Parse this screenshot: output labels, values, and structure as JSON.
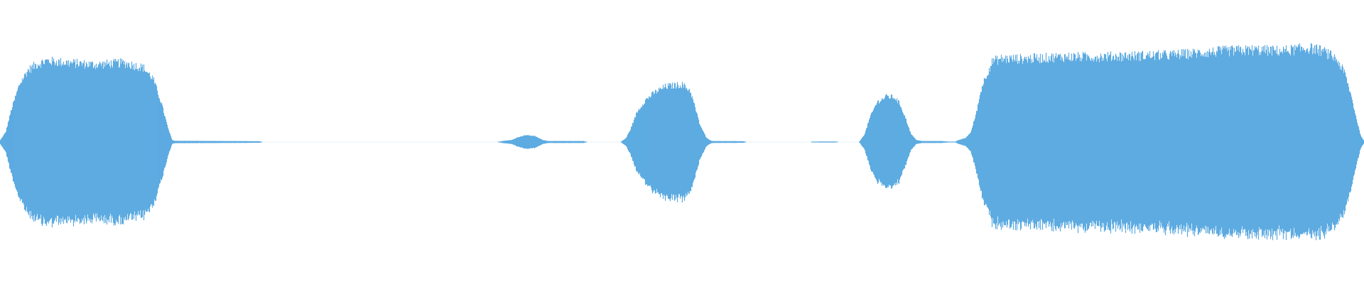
{
  "waveform": {
    "color": "#5dabe1",
    "baseline_color": "#5dabe1",
    "amplitude_envelope": [
      [
        0.0,
        0.02
      ],
      [
        0.004,
        0.1
      ],
      [
        0.008,
        0.32
      ],
      [
        0.014,
        0.58
      ],
      [
        0.02,
        0.72
      ],
      [
        0.026,
        0.78
      ],
      [
        0.034,
        0.82
      ],
      [
        0.05,
        0.8
      ],
      [
        0.07,
        0.78
      ],
      [
        0.09,
        0.8
      ],
      [
        0.105,
        0.75
      ],
      [
        0.112,
        0.64
      ],
      [
        0.118,
        0.4
      ],
      [
        0.123,
        0.14
      ],
      [
        0.126,
        0.02
      ],
      [
        0.128,
        0.012
      ],
      [
        0.19,
        0.008
      ],
      [
        0.192,
        0.0
      ],
      [
        0.365,
        0.0
      ],
      [
        0.368,
        0.01
      ],
      [
        0.375,
        0.02
      ],
      [
        0.38,
        0.05
      ],
      [
        0.386,
        0.07
      ],
      [
        0.392,
        0.06
      ],
      [
        0.398,
        0.02
      ],
      [
        0.402,
        0.01
      ],
      [
        0.428,
        0.01
      ],
      [
        0.43,
        0.0
      ],
      [
        0.455,
        0.0
      ],
      [
        0.459,
        0.04
      ],
      [
        0.462,
        0.12
      ],
      [
        0.467,
        0.3
      ],
      [
        0.473,
        0.42
      ],
      [
        0.48,
        0.5
      ],
      [
        0.488,
        0.56
      ],
      [
        0.5,
        0.58
      ],
      [
        0.506,
        0.52
      ],
      [
        0.509,
        0.38
      ],
      [
        0.513,
        0.18
      ],
      [
        0.518,
        0.04
      ],
      [
        0.522,
        0.01
      ],
      [
        0.545,
        0.008
      ],
      [
        0.547,
        0.0
      ],
      [
        0.595,
        0.0
      ],
      [
        0.6,
        0.005
      ],
      [
        0.612,
        0.005
      ],
      [
        0.614,
        0.0
      ],
      [
        0.63,
        0.0
      ],
      [
        0.634,
        0.08
      ],
      [
        0.638,
        0.25
      ],
      [
        0.643,
        0.4
      ],
      [
        0.65,
        0.46
      ],
      [
        0.656,
        0.45
      ],
      [
        0.66,
        0.38
      ],
      [
        0.664,
        0.24
      ],
      [
        0.668,
        0.08
      ],
      [
        0.672,
        0.02
      ],
      [
        0.676,
        0.01
      ],
      [
        0.69,
        0.01
      ],
      [
        0.7,
        0.0
      ],
      [
        0.703,
        0.02
      ],
      [
        0.708,
        0.04
      ],
      [
        0.712,
        0.1
      ],
      [
        0.716,
        0.3
      ],
      [
        0.72,
        0.56
      ],
      [
        0.724,
        0.7
      ],
      [
        0.728,
        0.82
      ],
      [
        0.735,
        0.84
      ],
      [
        0.75,
        0.84
      ],
      [
        0.78,
        0.86
      ],
      [
        0.8,
        0.86
      ],
      [
        0.83,
        0.87
      ],
      [
        0.86,
        0.88
      ],
      [
        0.88,
        0.9
      ],
      [
        0.9,
        0.92
      ],
      [
        0.92,
        0.93
      ],
      [
        0.94,
        0.92
      ],
      [
        0.96,
        0.95
      ],
      [
        0.97,
        0.92
      ],
      [
        0.98,
        0.84
      ],
      [
        0.986,
        0.7
      ],
      [
        0.991,
        0.46
      ],
      [
        0.995,
        0.22
      ],
      [
        0.998,
        0.06
      ],
      [
        1.0,
        0.02
      ]
    ]
  }
}
